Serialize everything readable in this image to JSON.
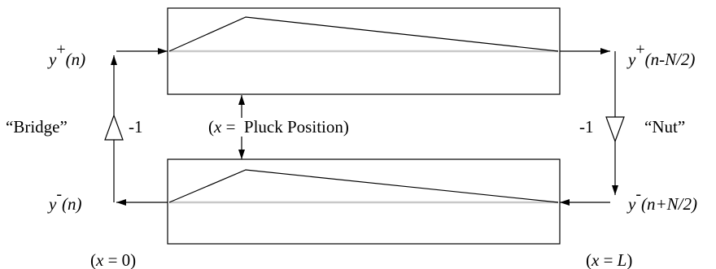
{
  "top_left_label": {
    "y": "y",
    "sup": "+",
    "arg": "(n)"
  },
  "top_right_label": {
    "y": "y",
    "sup": "+",
    "arg": "(n-N/2)"
  },
  "bottom_left_label": {
    "y": "y",
    "sup": "-",
    "arg": "(n)"
  },
  "bottom_right_label": {
    "y": "y",
    "sup": "-",
    "arg": "(n+N/2)"
  },
  "bridge": {
    "label": "“Bridge”",
    "gain": "-1"
  },
  "nut": {
    "label": "“Nut”",
    "gain": "-1"
  },
  "pluck": {
    "open": "(",
    "var": "x",
    "text": " =  Pluck Position)"
  },
  "left_end": {
    "open": "(",
    "var": "x",
    "text": " = 0)"
  },
  "right_end": {
    "open": "(",
    "var": "x",
    "eq": " = ",
    "val": "L",
    "close": ")"
  }
}
